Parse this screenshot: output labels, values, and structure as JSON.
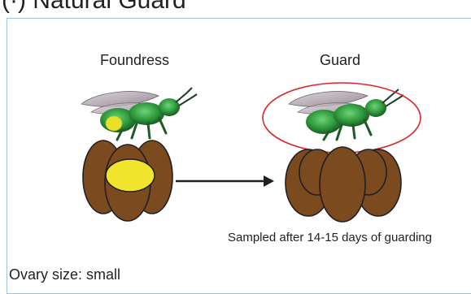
{
  "header": {
    "title": "(·) Natural Guard"
  },
  "diagram": {
    "foundress_label": "Foundress",
    "guard_label": "Guard",
    "caption": "Sampled after 14-15 days of guarding",
    "ovary_caption": "Ovary size: small"
  },
  "colors": {
    "panel_border": "#9cc3e0",
    "ovary_brown": "#7b4a1f",
    "yolk_yellow": "#f1e42c",
    "bee_green": "#2e9a3c",
    "highlight_circle": "#d7262e"
  },
  "icons": [
    "bee-icon",
    "arrow-right-icon"
  ]
}
